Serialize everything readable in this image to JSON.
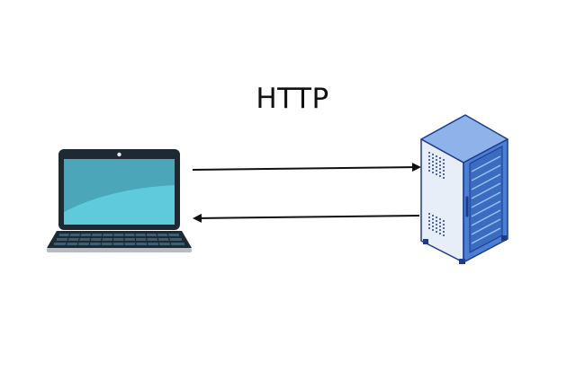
{
  "diagram": {
    "protocol_label": "HTTP"
  },
  "nodes": {
    "client": "laptop-icon",
    "server": "server-rack-icon"
  },
  "edges": [
    {
      "from": "client",
      "to": "server",
      "direction": "request"
    },
    {
      "from": "server",
      "to": "client",
      "direction": "response"
    }
  ],
  "colors": {
    "laptop_body": "#1d2a33",
    "laptop_screen": "#4fb4c4",
    "laptop_screen_light": "#5fc9d8",
    "keyboard_key": "#3e5f73",
    "laptop_base": "#b7bcc0",
    "server_front": "#e8eef8",
    "server_top": "#8db3ea",
    "server_side": "#4b7fd4",
    "server_outline": "#1e3a8a",
    "arrow": "#111111"
  }
}
